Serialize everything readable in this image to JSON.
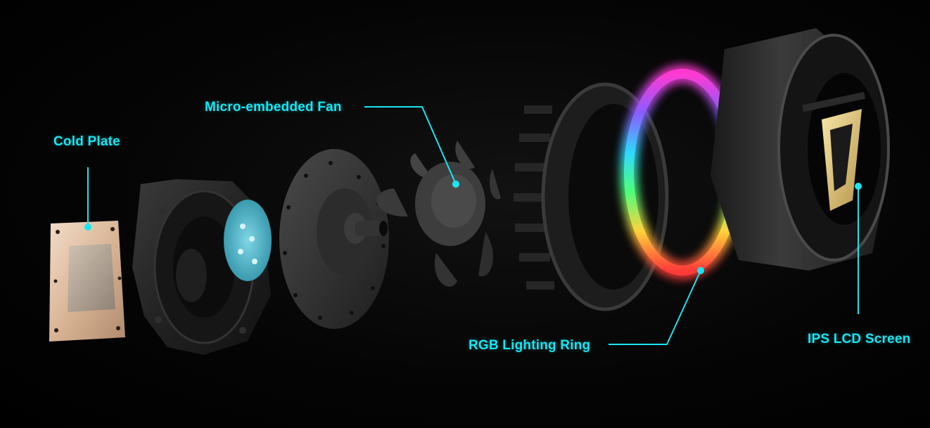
{
  "accent_color": "#17e6f2",
  "labels": {
    "cold_plate": "Cold Plate",
    "fan": "Micro-embedded Fan",
    "rgb_ring": "RGB Lighting Ring",
    "lcd": "IPS LCD Screen"
  }
}
